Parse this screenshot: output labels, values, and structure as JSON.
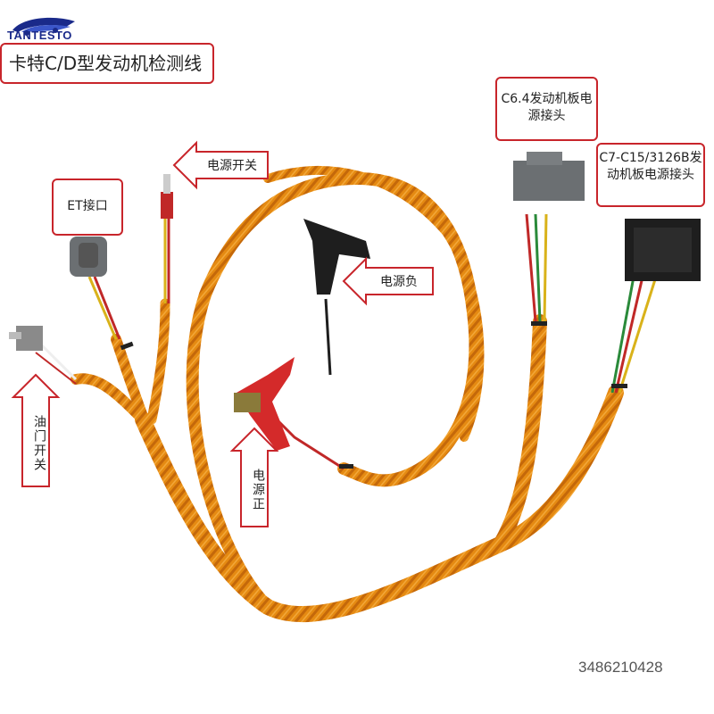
{
  "brand": {
    "logo_text": "TANTESTO",
    "accent_color": "#c8252b",
    "logo_color": "#1a2a8a"
  },
  "title": "卡特C/D型发动机检测线",
  "labels": {
    "c64_connector": "C6.4发动机板电源接头",
    "c7_connector": "C7-C15/3126B发动机板电源接头",
    "et_port": "ET接口",
    "power_switch": "电源开关",
    "power_negative": "电源负",
    "throttle_switch": "油门开关",
    "power_positive": "电源正"
  },
  "serial_number": "3486210428",
  "colors": {
    "harness": "#e58a12",
    "red_clamp": "#d42a2a",
    "black_clamp": "#1e1e1e",
    "connector_grey": "#6b6f72"
  }
}
